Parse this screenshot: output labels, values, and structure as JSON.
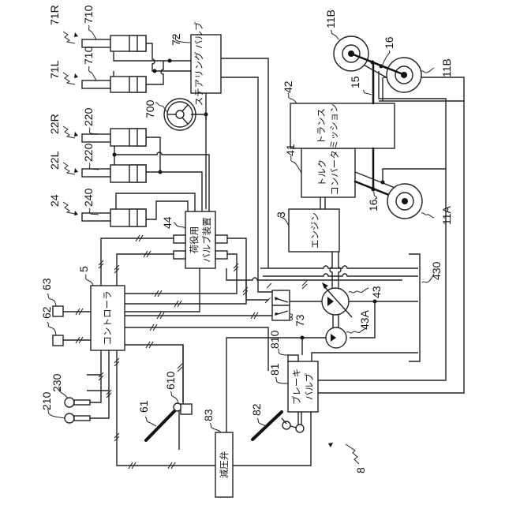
{
  "figure": {
    "title": "Hydraulic and control system of industrial vehicle (rotated patent drawing)",
    "figure_ref": "8",
    "orientation": "rotated 90 degrees clockwise"
  },
  "components": {
    "steering_cyl_right": {
      "ref": "71R",
      "rod_ref": "710"
    },
    "steering_cyl_left": {
      "ref": "71L",
      "rod_ref": "710"
    },
    "steering_valve": {
      "ref": "72",
      "label": "ステアリング バルブ"
    },
    "steering_wheel": {
      "ref": "700"
    },
    "lift_cyl_right": {
      "ref": "22R",
      "rod_ref": "220"
    },
    "lift_cyl_left": {
      "ref": "22L",
      "rod_ref": "220"
    },
    "tilt_cyl": {
      "ref": "24",
      "rod_ref": "240"
    },
    "cargo_valve": {
      "ref": "44",
      "label_line1": "荷役用",
      "label_line2": "バルブ装置"
    },
    "controller": {
      "ref": "5",
      "label": "コントローラ"
    },
    "sensor_63": {
      "ref": "63"
    },
    "sensor_62": {
      "ref": "62"
    },
    "lever_230": {
      "ref": "230"
    },
    "lever_210": {
      "ref": "210"
    },
    "accel_pedal": {
      "ref": "61"
    },
    "accel_sensor": {
      "ref": "610"
    },
    "pressure_reducing_valve": {
      "ref": "83",
      "label": "減圧弁"
    },
    "brake_pedal": {
      "ref": "82"
    },
    "brake_valve": {
      "ref": "81",
      "label_line1": "ブレーキ",
      "label_line2": "バルブ"
    },
    "brake_sensor": {
      "ref": "810"
    },
    "switch_valve": {
      "ref": "73"
    },
    "main_pump": {
      "ref": "43"
    },
    "sub_pump": {
      "ref": "43A"
    },
    "oil_lines": {
      "ref": "430"
    },
    "engine": {
      "ref": "3",
      "label": "エンジン"
    },
    "torque_converter": {
      "ref": "41",
      "label_line1": "トルク",
      "label_line2": "コンバータ"
    },
    "transmission": {
      "ref": "42",
      "label_line1": "トランス",
      "label_line2": "ミッション"
    },
    "drive_shaft": {
      "ref": "15"
    },
    "brake_16_rear": {
      "ref": "16"
    },
    "brake_16_front": {
      "ref": "16"
    },
    "rear_wheel_1": {
      "ref": "11B"
    },
    "rear_wheel_2": {
      "ref": "11B"
    },
    "front_wheel": {
      "ref": "11A"
    }
  }
}
